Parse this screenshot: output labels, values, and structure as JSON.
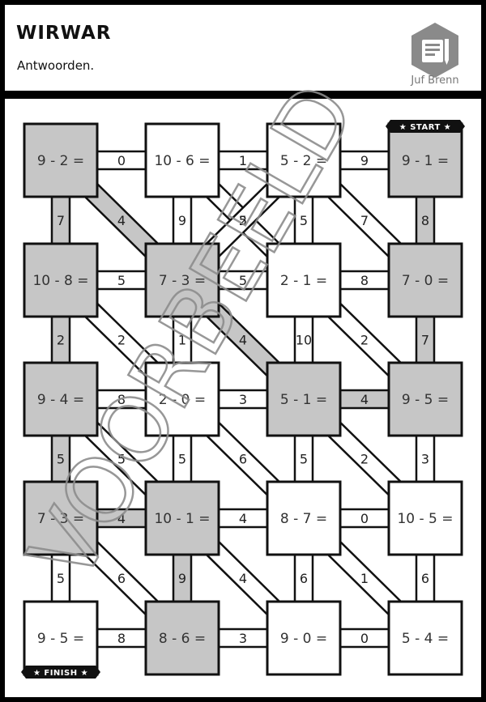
{
  "header": {
    "title": "WIRWAR",
    "subtitle": "Antwoorden.",
    "logo_text": "Juf Brenn",
    "logo_icon": "notebook-pencil-icon"
  },
  "board": {
    "start_label": "START",
    "finish_label": "FINISH",
    "watermark": "VOORBEELD",
    "colors": {
      "shaded": "#c6c6c6",
      "plain": "#ffffff",
      "line": "#111111"
    },
    "cells": [
      [
        {
          "text": "9 - 2 =",
          "shaded": true
        },
        {
          "text": "10 - 6 =",
          "shaded": false
        },
        {
          "text": "5 - 2 =",
          "shaded": false
        },
        {
          "text": "9 - 1 =",
          "shaded": true
        }
      ],
      [
        {
          "text": "10 - 8 =",
          "shaded": true
        },
        {
          "text": "7 - 3 =",
          "shaded": true
        },
        {
          "text": "2 - 1 =",
          "shaded": false
        },
        {
          "text": "7 - 0 =",
          "shaded": true
        }
      ],
      [
        {
          "text": "9 - 4 =",
          "shaded": true
        },
        {
          "text": "2 - 0 =",
          "shaded": false
        },
        {
          "text": "5 - 1 =",
          "shaded": true
        },
        {
          "text": "9 - 5 =",
          "shaded": true
        }
      ],
      [
        {
          "text": "7 - 3 =",
          "shaded": true
        },
        {
          "text": "10 - 1 =",
          "shaded": true
        },
        {
          "text": "8 - 7 =",
          "shaded": false
        },
        {
          "text": "10 - 5 =",
          "shaded": false
        }
      ],
      [
        {
          "text": "9 - 5 =",
          "shaded": false
        },
        {
          "text": "8 - 6 =",
          "shaded": true
        },
        {
          "text": "9 - 0 =",
          "shaded": false
        },
        {
          "text": "5 - 4 =",
          "shaded": false
        }
      ]
    ],
    "h_connectors": [
      [
        {
          "label": "0",
          "shaded": false
        },
        {
          "label": "1",
          "shaded": false
        },
        {
          "label": "9",
          "shaded": false
        }
      ],
      [
        {
          "label": "5",
          "shaded": false
        },
        {
          "label": "5",
          "shaded": false
        },
        {
          "label": "8",
          "shaded": false
        }
      ],
      [
        {
          "label": "8",
          "shaded": false
        },
        {
          "label": "3",
          "shaded": false
        },
        {
          "label": "4",
          "shaded": true
        }
      ],
      [
        {
          "label": "4",
          "shaded": true
        },
        {
          "label": "4",
          "shaded": false
        },
        {
          "label": "0",
          "shaded": false
        }
      ],
      [
        {
          "label": "8",
          "shaded": false
        },
        {
          "label": "3",
          "shaded": false
        },
        {
          "label": "0",
          "shaded": false
        }
      ]
    ],
    "v_connectors": [
      [
        {
          "label": "7",
          "shaded": true
        },
        {
          "label": "9",
          "shaded": false
        },
        {
          "label": "5",
          "shaded": false
        },
        {
          "label": "8",
          "shaded": true
        }
      ],
      [
        {
          "label": "2",
          "shaded": true
        },
        {
          "label": "1",
          "shaded": false
        },
        {
          "label": "10",
          "shaded": false
        },
        {
          "label": "7",
          "shaded": true
        }
      ],
      [
        {
          "label": "5",
          "shaded": true
        },
        {
          "label": "5",
          "shaded": false
        },
        {
          "label": "5",
          "shaded": false
        },
        {
          "label": "3",
          "shaded": false
        }
      ],
      [
        {
          "label": "5",
          "shaded": false
        },
        {
          "label": "9",
          "shaded": true
        },
        {
          "label": "6",
          "shaded": false
        },
        {
          "label": "6",
          "shaded": false
        }
      ]
    ],
    "d_connectors": [
      [
        {
          "label": "4",
          "shaded": true
        },
        {
          "label": "2",
          "shaded": false
        },
        {
          "label": "7",
          "shaded": false
        }
      ],
      [
        {
          "label": "2",
          "shaded": false
        },
        {
          "label": "4",
          "shaded": true
        },
        {
          "label": "2",
          "shaded": false
        }
      ],
      [
        {
          "label": "5",
          "shaded": false
        },
        {
          "label": "6",
          "shaded": false
        },
        {
          "label": "2",
          "shaded": false
        }
      ],
      [
        {
          "label": "6",
          "shaded": false
        },
        {
          "label": "4",
          "shaded": false
        },
        {
          "label": "1",
          "shaded": false
        }
      ]
    ],
    "a_connectors": [
      [
        null,
        {
          "label": "5",
          "shaded": false
        },
        null
      ],
      null,
      null,
      null
    ]
  }
}
